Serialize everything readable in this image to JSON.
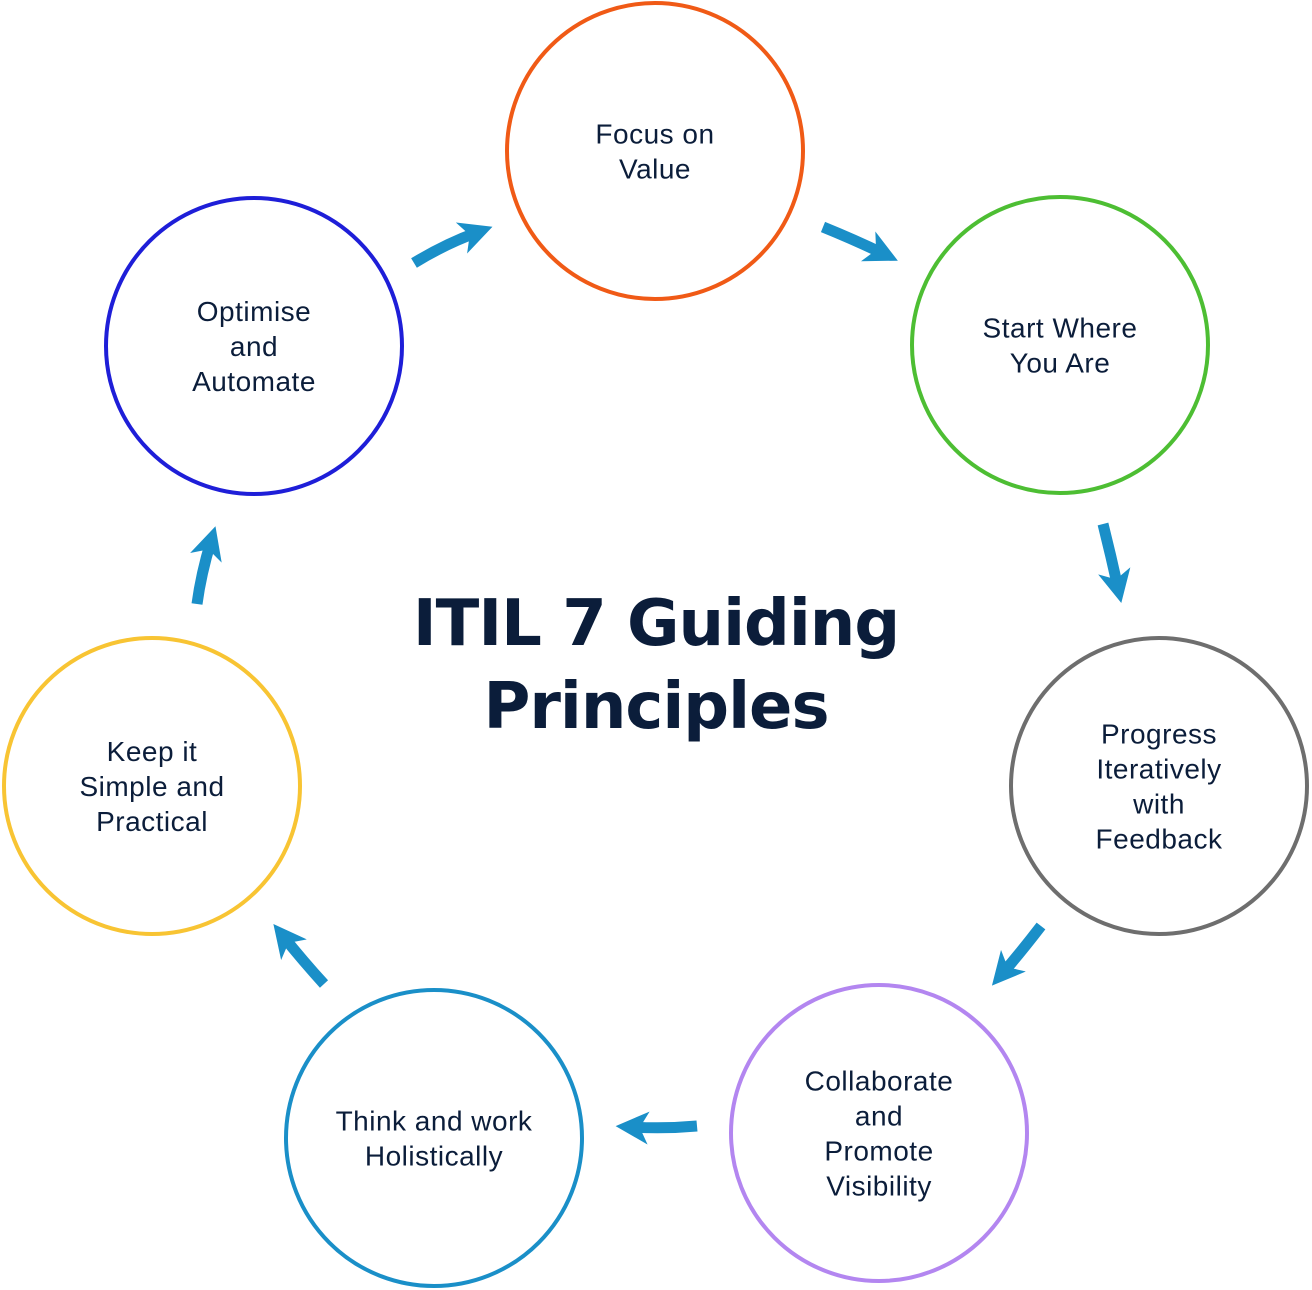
{
  "title": {
    "line1": "ITIL 7 Guiding",
    "line2": "Principles"
  },
  "principles": [
    {
      "lines": [
        "Focus on",
        "Value"
      ],
      "color": "#F05A16"
    },
    {
      "lines": [
        "Start Where",
        "You Are"
      ],
      "color": "#4DBE33"
    },
    {
      "lines": [
        "Progress",
        "Iteratively",
        "with",
        "Feedback"
      ],
      "color": "#6E6E6E"
    },
    {
      "lines": [
        "Collaborate",
        "and",
        "Promote",
        "Visibility"
      ],
      "color": "#B386F0"
    },
    {
      "lines": [
        "Think and work",
        "Holistically"
      ],
      "color": "#1A8FC8"
    },
    {
      "lines": [
        "Keep it",
        "Simple and",
        "Practical"
      ],
      "color": "#F8C433"
    },
    {
      "lines": [
        "Optimise",
        "and",
        "Automate"
      ],
      "color": "#1E1ED8"
    }
  ],
  "arrow_color": "#1A8FC8"
}
